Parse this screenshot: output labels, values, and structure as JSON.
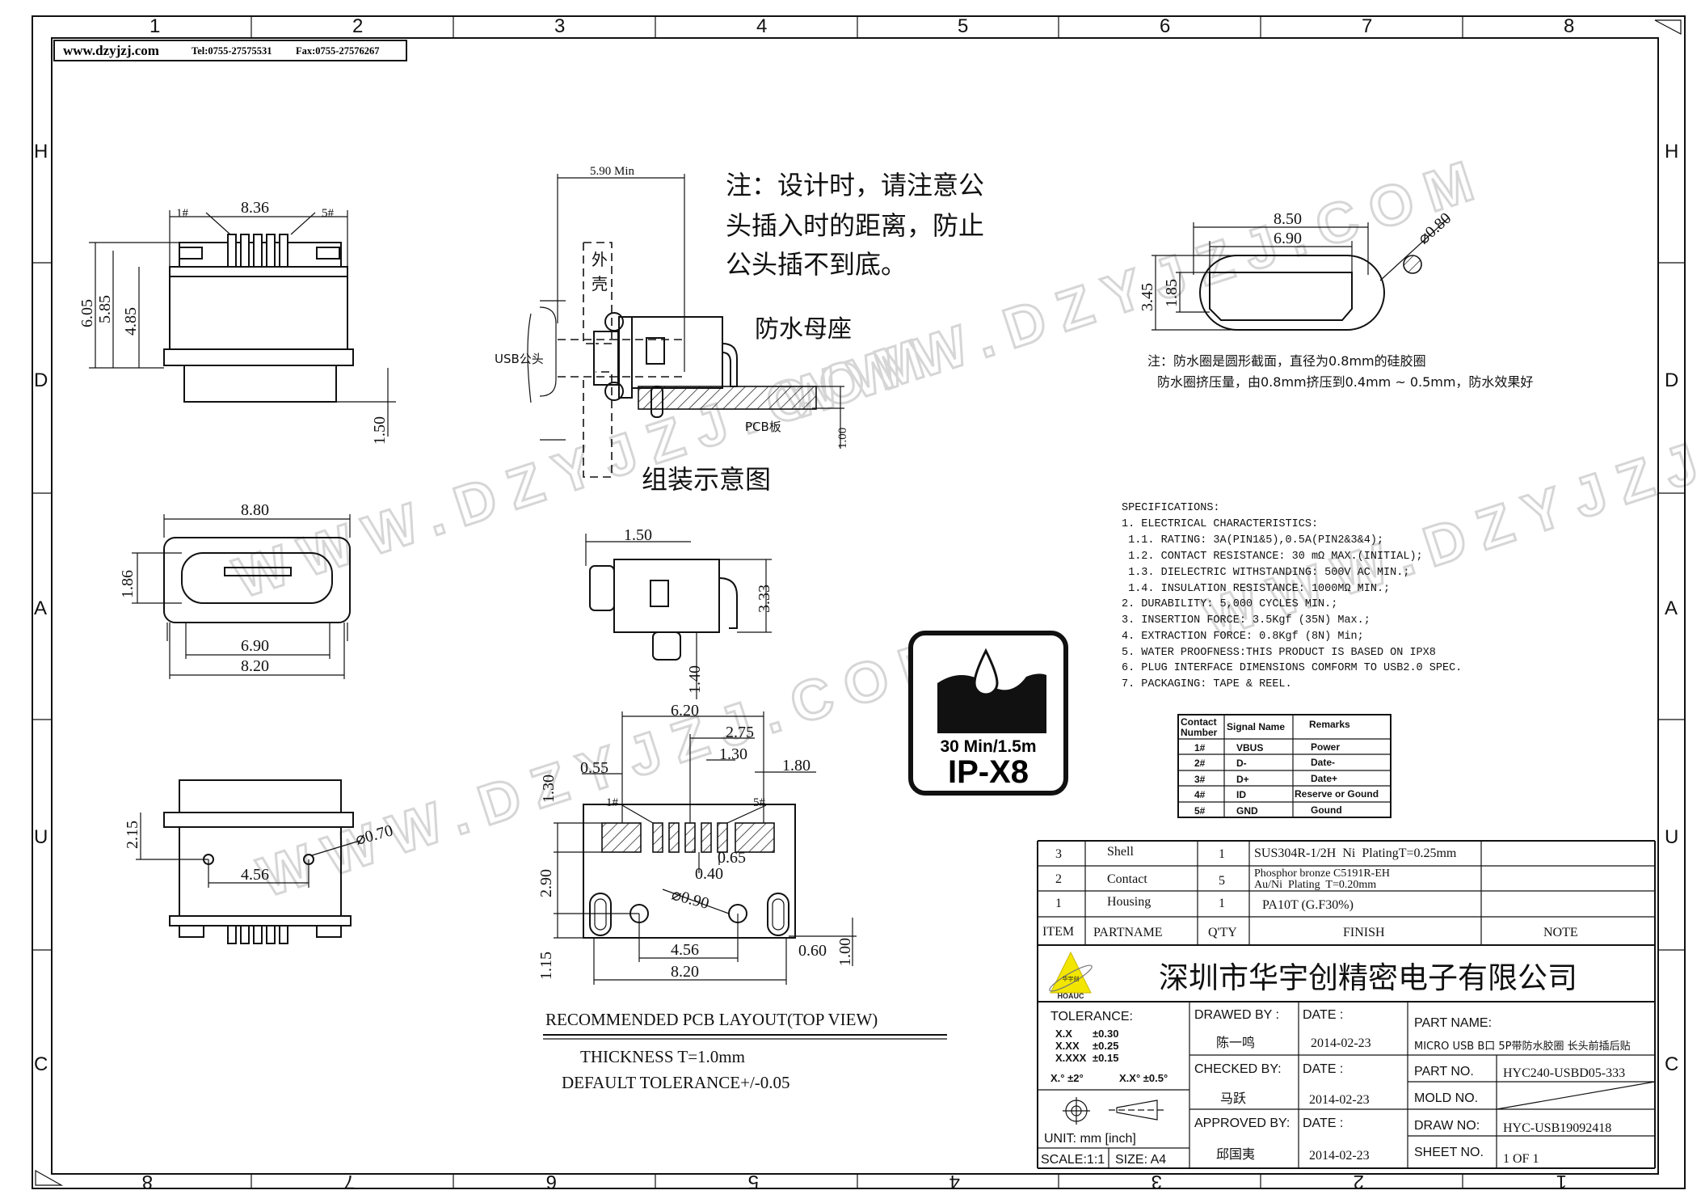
{
  "header": {
    "website": "www.dzyjzj.com",
    "tel": "Tel:0755-27575531",
    "fax": "Fax:0755-27576267"
  },
  "frame": {
    "top_columns": [
      "1",
      "2",
      "3",
      "4",
      "5",
      "6",
      "7",
      "8"
    ],
    "bottom_columns": [
      "8",
      "7",
      "6",
      "5",
      "4",
      "3",
      "2",
      "1"
    ],
    "rows": [
      "H",
      "D",
      "A",
      "U",
      "C"
    ]
  },
  "watermark": "WWW.DZYJZJ.COM",
  "top_view": {
    "width": "8.36",
    "pin1": "1#",
    "pin5": "5#",
    "h1": "6.05",
    "h2": "5.85",
    "h3": "4.85",
    "h4": "1.50"
  },
  "front_view": {
    "width_outer": "8.80",
    "opening_height": "1.86",
    "width_inner": "6.90",
    "width_base": "8.20"
  },
  "bottom_view": {
    "height": "2.15",
    "hole_dia": "⌀0.70",
    "hole_pitch": "4.56"
  },
  "assembly": {
    "note_lines": [
      "注：设计时，请注意公",
      "头插入时的距离，防止",
      "公头插不到底。"
    ],
    "min_distance": "5.90 Min",
    "shell_label": [
      "外",
      "壳"
    ],
    "plug_label": "USB公头",
    "receptacle_label": "防水母座",
    "pcb_label": "PCB板",
    "pcb_thickness": "1.00",
    "title": "组装示意图"
  },
  "side_view": {
    "width": "1.50",
    "height": "3.33",
    "tail": "1.40"
  },
  "pcb_layout": {
    "d_620": "6.20",
    "d_275": "2.75",
    "d_130a": "1.30",
    "d_180": "1.80",
    "d_055": "0.55",
    "d_130b": "1.30",
    "pin1": "1#",
    "pin5": "5#",
    "d_065": "0.65",
    "d_040": "0.40",
    "d_090": "⌀0.90",
    "d_290": "2.90",
    "d_456": "4.56",
    "d_820": "8.20",
    "d_060": "0.60",
    "d_115": "1.15",
    "d_100": "1.00",
    "title": "RECOMMENDED PCB LAYOUT(TOP VIEW)",
    "thickness": "THICKNESS T=1.0mm",
    "tolerance": "DEFAULT TOLERANCE+/-0.05"
  },
  "gasket": {
    "outer_width": "8.50",
    "inner_width": "6.90",
    "outer_height": "3.45",
    "inner_height": "1.85",
    "section_dia": "⌀0.80",
    "note_lines": [
      "注：防水圈是圆形截面，直径为0.8mm的硅胶圈",
      "防水圈挤压量，由0.8mm挤压到0.4mm ~ 0.5mm，防水效果好"
    ]
  },
  "ip_badge": {
    "rating_text": "30 Min/1.5m",
    "code": "IP-X8"
  },
  "specifications": [
    "SPECIFICATIONS:",
    "1. ELECTRICAL CHARACTERISTICS:",
    " 1.1. RATING: 3A(PIN1&5),0.5A(PIN2&3&4);",
    " 1.2. CONTACT RESISTANCE: 30 mΩ MAX.(INITIAL);",
    " 1.3. DIELECTRIC WITHSTANDING: 500V AC MIN.;",
    " 1.4. INSULATION RESISTANCE: 1000MΩ MIN.;",
    "2. DURABILITY: 5,000 CYCLES MIN.;",
    "3. INSERTION FORCE: 3.5Kgf (35N) Max.;",
    "4. EXTRACTION FORCE: 0.8Kgf (8N) Min;",
    "5. WATER PROOFNESS:THIS PRODUCT IS BASED ON IPX8",
    "6. PLUG INTERFACE DIMENSIONS COMFORM TO USB2.0 SPEC.",
    "7. PACKAGING: TAPE & REEL."
  ],
  "contact_table": {
    "headers": [
      "Contact",
      "Number",
      "Signal Name",
      "Remarks"
    ],
    "rows": [
      {
        "num": "1#",
        "signal": "VBUS",
        "remark": "Power"
      },
      {
        "num": "2#",
        "signal": "D-",
        "remark": "Date-"
      },
      {
        "num": "3#",
        "signal": "D+",
        "remark": "Date+"
      },
      {
        "num": "4#",
        "signal": "ID",
        "remark": "Reserve or Gound"
      },
      {
        "num": "5#",
        "signal": "GND",
        "remark": "Gound"
      }
    ]
  },
  "bom": {
    "headers": [
      "ITEM",
      "PARTNAME",
      "Q'TY",
      "FINISH",
      "NOTE"
    ],
    "rows": [
      {
        "item": "3",
        "name": "Shell",
        "qty": "1",
        "finish": [
          "SUS304R-1/2H  Ni  PlatingT=0.25mm"
        ]
      },
      {
        "item": "2",
        "name": "Contact",
        "qty": "5",
        "finish": [
          "Phosphor bronze C5191R-EH",
          "Au/Ni  Plating  T=0.20mm"
        ]
      },
      {
        "item": "1",
        "name": "Housing",
        "qty": "1",
        "finish": [
          "PA10T (G.F30%)"
        ]
      }
    ]
  },
  "title_block": {
    "logo_text": "HOAUC",
    "logo_cn": "华宇创",
    "company": "深圳市华宇创精密电子有限公司",
    "tolerance_label": "TOLERANCE:",
    "tolerances": [
      [
        "X.X",
        "±0.30"
      ],
      [
        "X.XX",
        "±0.25"
      ],
      [
        "X.XXX",
        "±0.15"
      ]
    ],
    "angle_tol": [
      "X.° ±2°",
      "X.X° ±0.5°"
    ],
    "unit": "UNIT:  mm  [inch]",
    "scale": "SCALE:1:1",
    "size": "SIZE:  A4",
    "drawed_label": "DRAWED BY :",
    "drawed_by": "陈一鸣",
    "checked_label": "CHECKED BY:",
    "checked_by": "马跃",
    "approved_label": "APPROVED BY:",
    "approved_by": "邱国夷",
    "date_label": "DATE :",
    "dates": [
      "2014-02-23",
      "2014-02-23",
      "2014-02-23"
    ],
    "part_name_label": "PART NAME:",
    "part_name": "MICRO USB B口 5P带防水胶圈 长头前插后贴",
    "part_no_label": "PART NO.",
    "part_no": "HYC240-USBD05-333",
    "mold_no_label": "MOLD NO.",
    "draw_no_label": "DRAW NO:",
    "draw_no": "HYC-USB19092418",
    "sheet_no_label": "SHEET NO.",
    "sheet_no": "1 OF 1"
  },
  "colors": {
    "line": "#111111",
    "logo_yellow": "#f2e600",
    "watermark": "#d6d6d6"
  }
}
